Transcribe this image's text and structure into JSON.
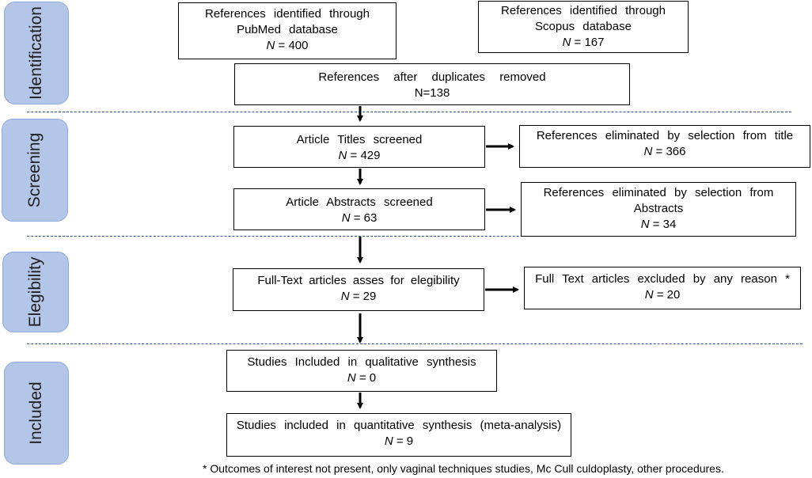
{
  "stages": {
    "identification": "Identification",
    "screening": "Screening",
    "eligibility": "Elegibility",
    "included": "Included"
  },
  "boxes": {
    "pubmed": {
      "text": "References identified through PubMed database",
      "n_prefix": "N",
      "n_suffix": " = 400"
    },
    "scopus": {
      "text": "References identified through Scopus database",
      "n_prefix": "N",
      "n_suffix": " = 167"
    },
    "duplicates": {
      "text": "References after duplicates removed",
      "n_text": "N=138"
    },
    "titles": {
      "text": "Article Titles screened",
      "n_prefix": "N",
      "n_suffix": " = 429"
    },
    "titles_excluded": {
      "text": "References eliminated by selection from title",
      "n_prefix": "N",
      "n_suffix": " = 366"
    },
    "abstracts": {
      "text": "Article Abstracts screened",
      "n_prefix": "N",
      "n_suffix": " = 63"
    },
    "abstracts_excluded": {
      "text": "References eliminated by selection from Abstracts",
      "n_prefix": "N",
      "n_suffix": " = 34"
    },
    "fulltext": {
      "text": "Full-Text articles asses for elegibility",
      "n_prefix": "N",
      "n_suffix": " = 29"
    },
    "fulltext_excluded": {
      "text": "Full Text articles excluded by any reason *",
      "n_prefix": "N",
      "n_suffix": " = 20"
    },
    "qualitative": {
      "text": "Studies Included in qualitative synthesis",
      "n_prefix": "N",
      "n_suffix": " = 0"
    },
    "quantitative": {
      "text": "Studies included in quantitative synthesis (meta-analysis)",
      "n_prefix": "N",
      "n_suffix": " = 9"
    }
  },
  "footnote": "* Outcomes of interest not present, only vaginal techniques studies, Mc Cull culdoplasty, other procedures.",
  "colors": {
    "stage_fill": "#b4c6e7",
    "stage_border": "#8faadc",
    "divider": "#2e5597"
  }
}
